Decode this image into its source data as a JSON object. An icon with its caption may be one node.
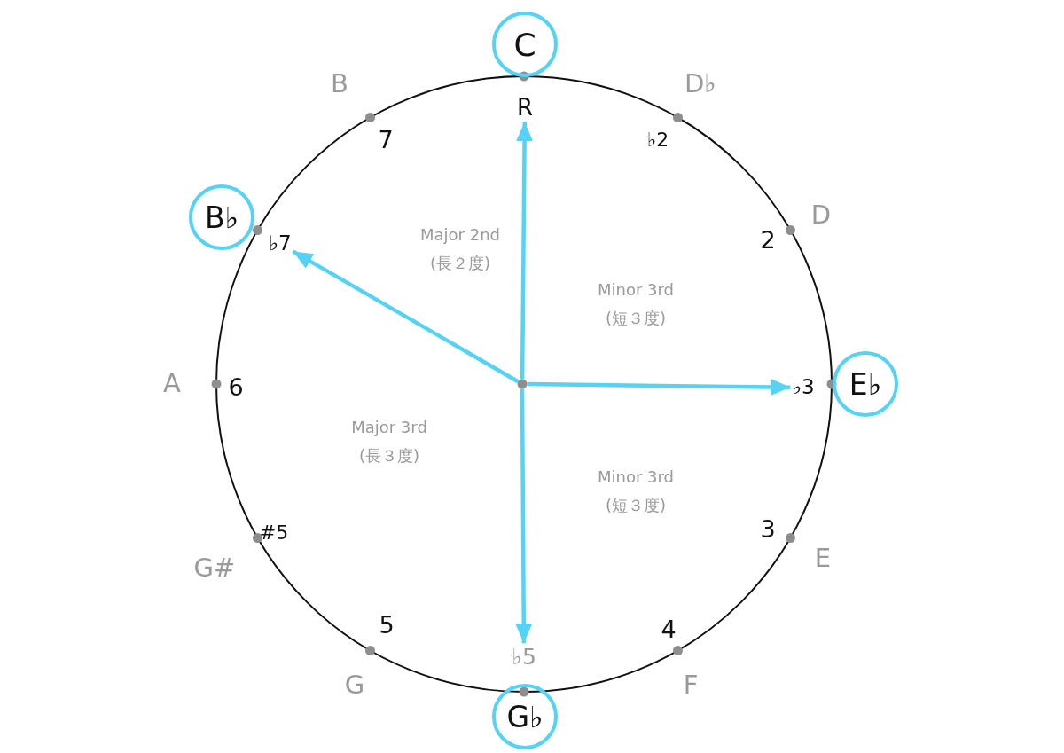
{
  "diagram": {
    "nodes": [
      {
        "text": [
          "C"
        ]
      },
      {
        "text": [
          "R"
        ]
      },
      {
        "text": [
          "B♭"
        ]
      },
      {
        "text": [
          "♭7"
        ]
      },
      {
        "text": [],
        "shape": "circle"
      },
      {
        "text": [
          "♭3"
        ]
      },
      {
        "text": [
          "E♭"
        ]
      },
      {
        "text": [
          "♭5"
        ]
      },
      {
        "text": [
          "G♭"
        ]
      }
    ],
    "edges": [
      {
        "from": 4,
        "to": 1,
        "arrow": "to"
      },
      {
        "from": 4,
        "to": 3,
        "arrow": "to"
      },
      {
        "from": 4,
        "to": 5,
        "arrow": "to"
      },
      {
        "from": 4,
        "to": 7,
        "arrow": "to"
      }
    ],
    "labels": [
      "B",
      "D♭",
      "7",
      "♭2",
      "D",
      "2",
      "Major 2nd (長２度)",
      "Minor 3rd (短３度)",
      "A",
      "6",
      "Major 3rd (長３度)",
      "Minor 3rd (短３度)",
      "#5",
      "3",
      "E",
      "G#",
      "5",
      "4",
      "G",
      "F"
    ]
  }
}
